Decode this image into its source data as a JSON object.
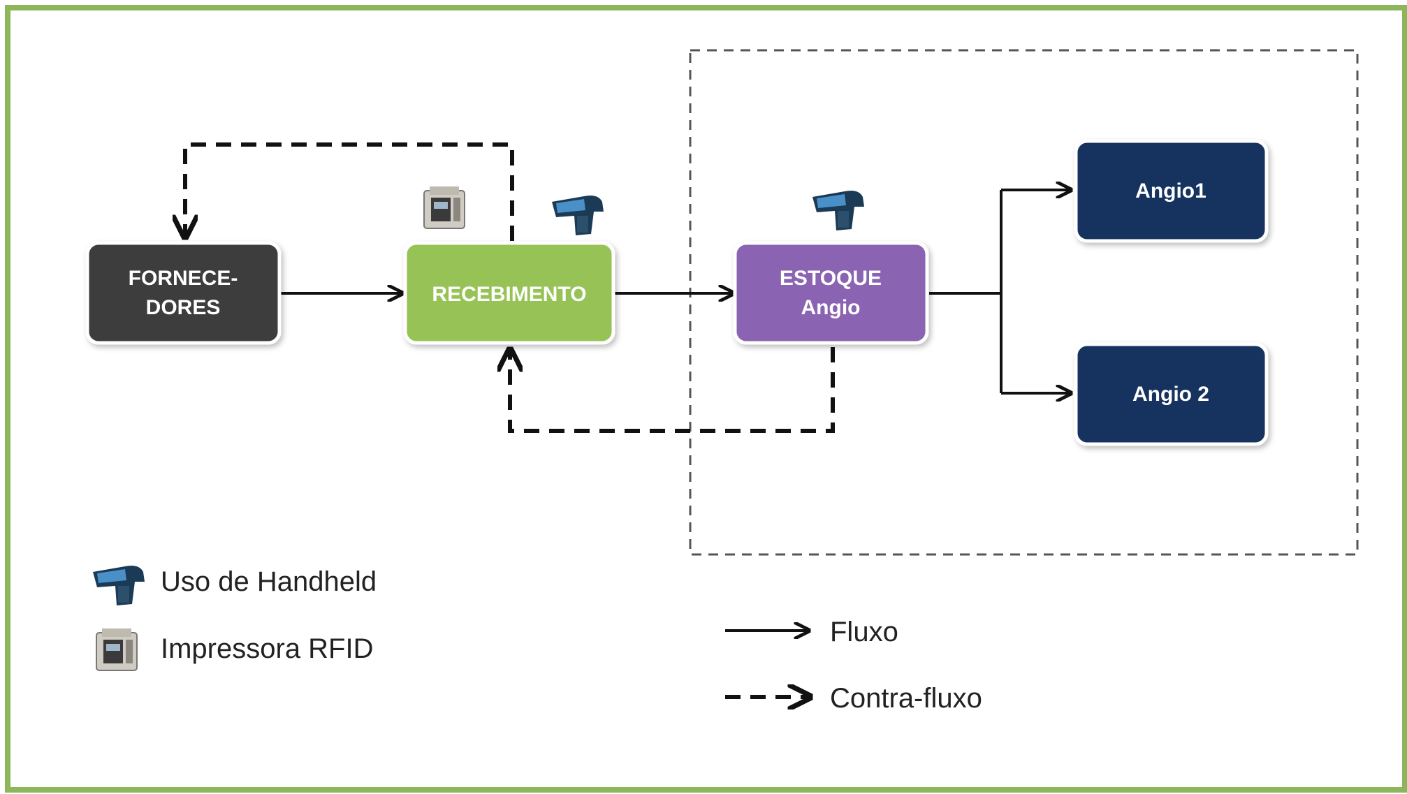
{
  "colors": {
    "frame": "#8DB55A",
    "fornecedores": "#3C3C3C",
    "recebimento": "#97C356",
    "estoque": "#8A64B2",
    "angio": "#17335E",
    "line": "#111111",
    "dashed_region": "#555555"
  },
  "nodes": {
    "fornecedores": {
      "line1": "FORNECE-",
      "line2": "DORES"
    },
    "recebimento": {
      "label": "RECEBIMENTO"
    },
    "estoque": {
      "line1": "ESTOQUE",
      "line2": "Angio"
    },
    "angio1": {
      "label": "Angio1"
    },
    "angio2": {
      "label": "Angio 2"
    }
  },
  "device_icons": {
    "recebimento": [
      "rfid-printer-icon",
      "handheld-icon"
    ],
    "estoque": [
      "handheld-icon"
    ]
  },
  "legend": {
    "handheld": {
      "icon": "handheld-icon",
      "label": "Uso de Handheld"
    },
    "printer": {
      "icon": "rfid-printer-icon",
      "label": "Impressora RFID"
    },
    "flow": {
      "style": "solid-arrow",
      "label": "Fluxo"
    },
    "counterflow": {
      "style": "dashed-arrow",
      "label": "Contra-fluxo"
    }
  }
}
